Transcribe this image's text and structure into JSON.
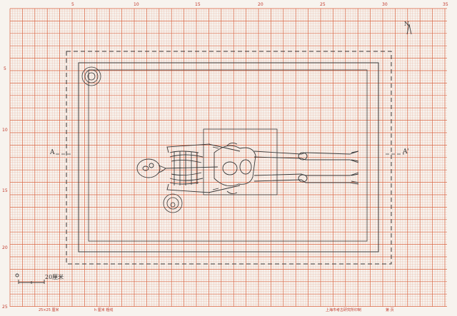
{
  "sheet": {
    "top_ticks": [
      "5",
      "10",
      "15",
      "20",
      "25",
      "30",
      "35"
    ],
    "left_ticks": [
      "5",
      "10",
      "15",
      "20",
      "25"
    ],
    "section_left": "A",
    "section_right": "A'",
    "north_mark": "N",
    "scale_label": "20厘米",
    "footer_left": "25×25 厘米",
    "footer_mid": "h 厘米 粗线",
    "footer_right": "上海市考古研究所印制",
    "footer_page": "第  页"
  },
  "colors": {
    "paper": "#f7f3ee",
    "grid_minor": "#eab8a6",
    "grid_major": "#d9623f",
    "ink": "#3a3a3a"
  }
}
